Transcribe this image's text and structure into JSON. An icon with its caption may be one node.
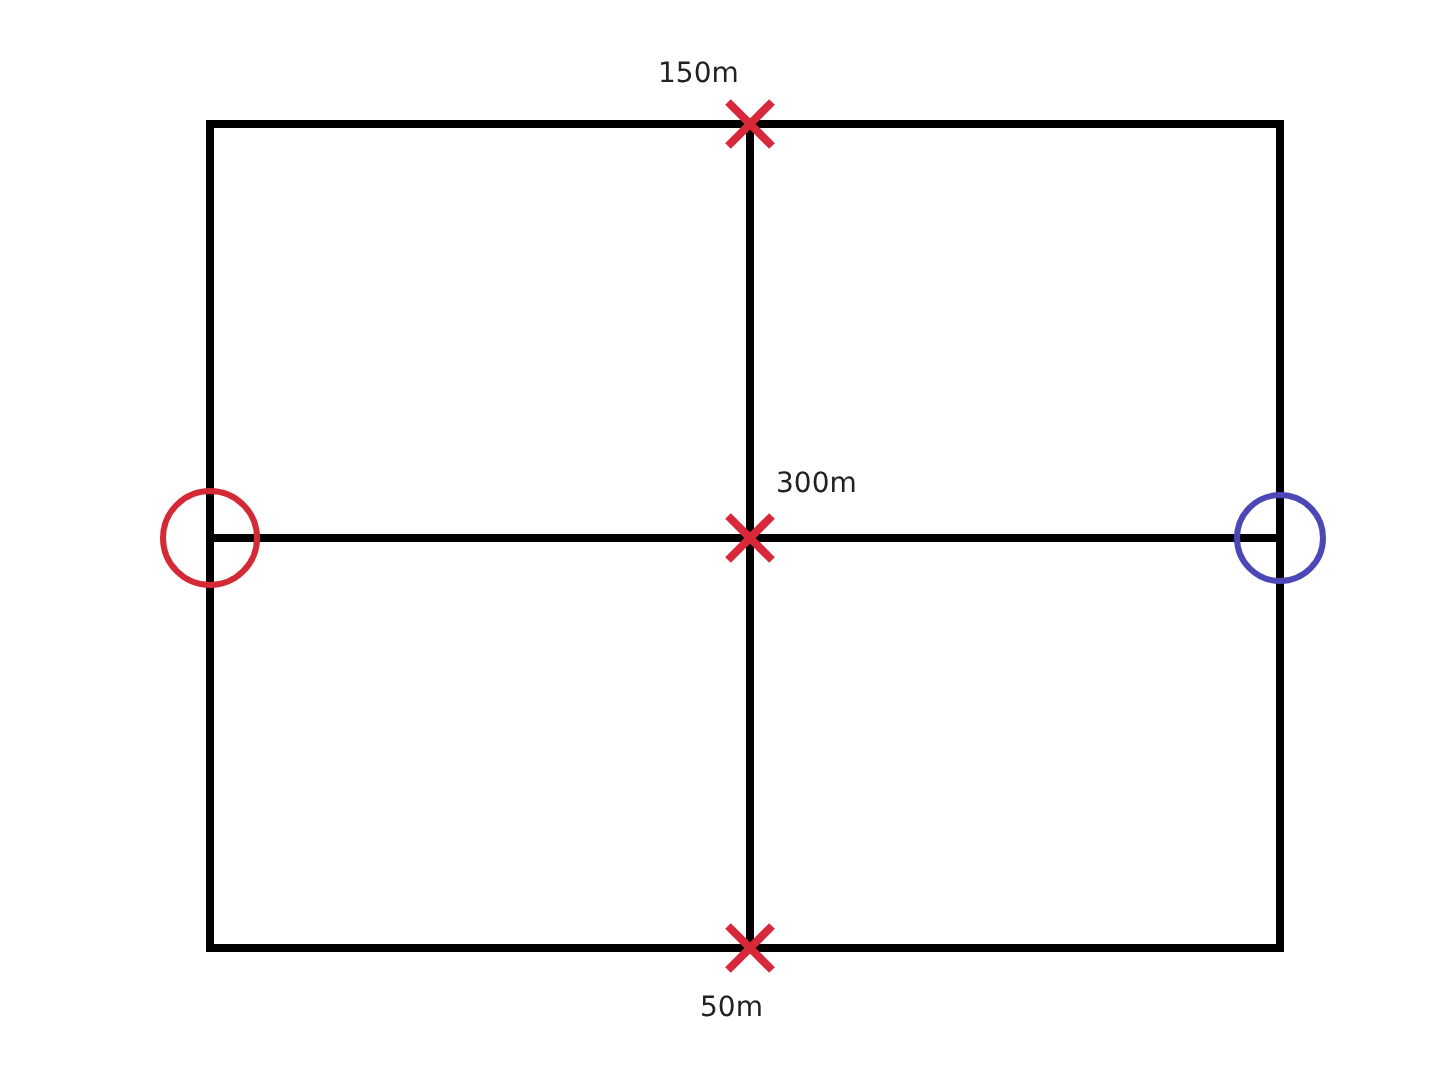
{
  "diagram": {
    "nodes": [
      {
        "text": [],
        "shape": "cross",
        "beside": [
          "150m"
        ]
      },
      {
        "text": [],
        "shape": "circle"
      },
      {
        "text": [],
        "shape": "cross",
        "beside": [
          "300m"
        ]
      },
      {
        "text": [],
        "shape": "circle"
      },
      {
        "text": [],
        "shape": "cross",
        "beside": [
          "50m"
        ]
      }
    ],
    "edges": [
      {
        "from": 1,
        "to": 0,
        "arrow": "none"
      },
      {
        "from": 0,
        "to": 3,
        "arrow": "none"
      },
      {
        "from": 1,
        "to": 2,
        "arrow": "none"
      },
      {
        "from": 2,
        "to": 3,
        "arrow": "none"
      },
      {
        "from": 0,
        "to": 2,
        "arrow": "none"
      },
      {
        "from": 2,
        "to": 4,
        "arrow": "none"
      },
      {
        "from": 1,
        "to": 4,
        "arrow": "none"
      },
      {
        "from": 4,
        "to": 3,
        "arrow": "none"
      }
    ]
  }
}
